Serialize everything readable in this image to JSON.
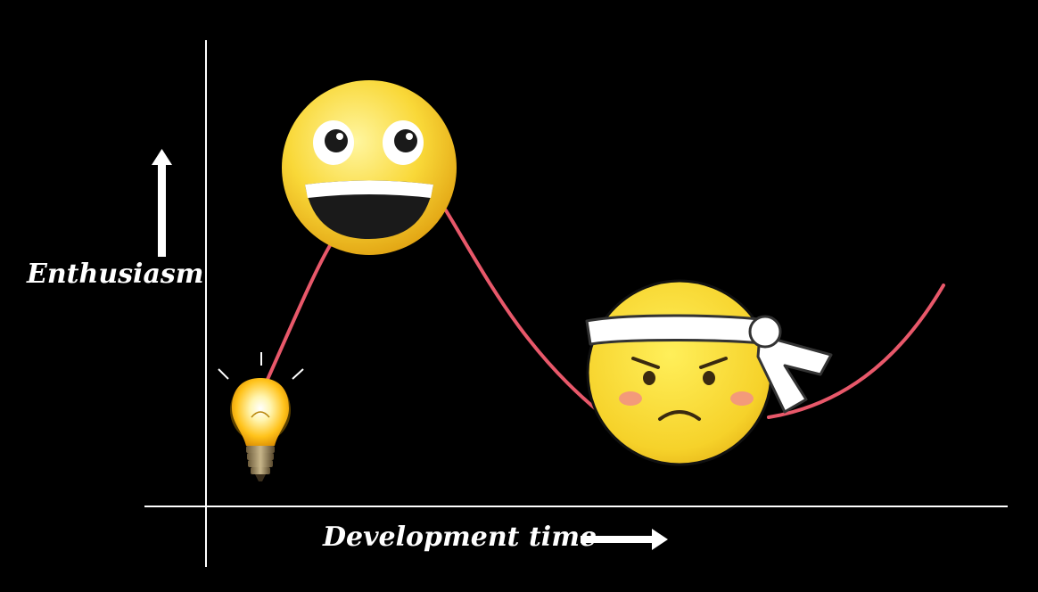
{
  "diagram": {
    "y_axis_label": "Enthusiasm",
    "x_axis_label": "Development time",
    "stages": [
      {
        "name": "idea",
        "icon": "lightbulb-icon"
      },
      {
        "name": "excitement",
        "icon": "grinning-face-icon"
      },
      {
        "name": "determination",
        "icon": "determined-face-headband-icon"
      }
    ],
    "colors": {
      "background": "#000000",
      "axis": "#ffffff",
      "curve": "#e8586a",
      "face": "#f8d633",
      "face_light": "#fff08a",
      "face_dark": "#e0a416"
    }
  }
}
